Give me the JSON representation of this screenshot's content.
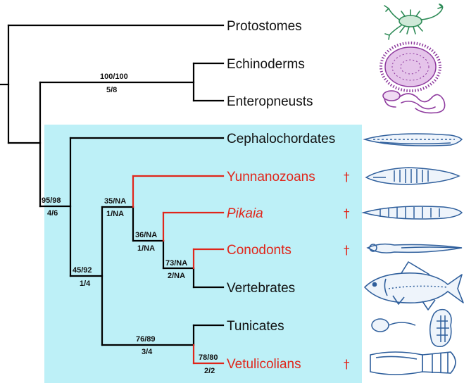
{
  "colors": {
    "highlight_bg": "#bdf0f7",
    "branch_black": "#000000",
    "branch_red": "#e0261b",
    "text_red": "#e0261b",
    "illustration_blue": "#2f5f9c",
    "illustration_green": "#2e8b57",
    "illustration_purple": "#8e3a9e"
  },
  "taxa": {
    "protostomes": "Protostomes",
    "echinoderms": "Echinoderms",
    "enteropneusts": "Enteropneusts",
    "cephalochordates": "Cephalochordates",
    "yunnanozoans": "Yunnanozoans",
    "pikaia": "Pikaia",
    "conodonts": "Conodonts",
    "vertebrates": "Vertebrates",
    "tunicates": "Tunicates",
    "vetulicolians": "Vetulicolians"
  },
  "extinct_marker": "†",
  "support": {
    "ambulacraria_top": "100/100",
    "ambulacraria_bottom": "5/8",
    "deuterostomes_top": "95/98",
    "deuterostomes_bottom": "4/6",
    "chordates_top": "45/92",
    "chordates_bottom": "1/4",
    "olfactores_top": "35/NA",
    "olfactores_bottom": "1/NA",
    "pikaia_clade_top": "36/NA",
    "pikaia_clade_bottom": "1/NA",
    "conodont_clade_top": "73/NA",
    "conodont_clade_bottom": "2/NA",
    "tunicate_clade_top": "76/89",
    "tunicate_clade_bottom": "3/4",
    "vetulicolian_clade_top": "78/80",
    "vetulicolian_clade_bottom": "2/2"
  },
  "illustrations": {
    "protostomes": "scorpion-illustration",
    "echinoderms": "sea-urchin-illustration",
    "enteropneusts": "acorn-worm-illustration",
    "cephalochordates": "lancelet-illustration",
    "yunnanozoans": "yunnanozoan-illustration",
    "pikaia": "pikaia-illustration",
    "conodonts": "conodont-illustration",
    "vertebrates": "fish-illustration",
    "tunicates": "tunicate-illustration",
    "vetulicolians": "vetulicolian-illustration"
  }
}
